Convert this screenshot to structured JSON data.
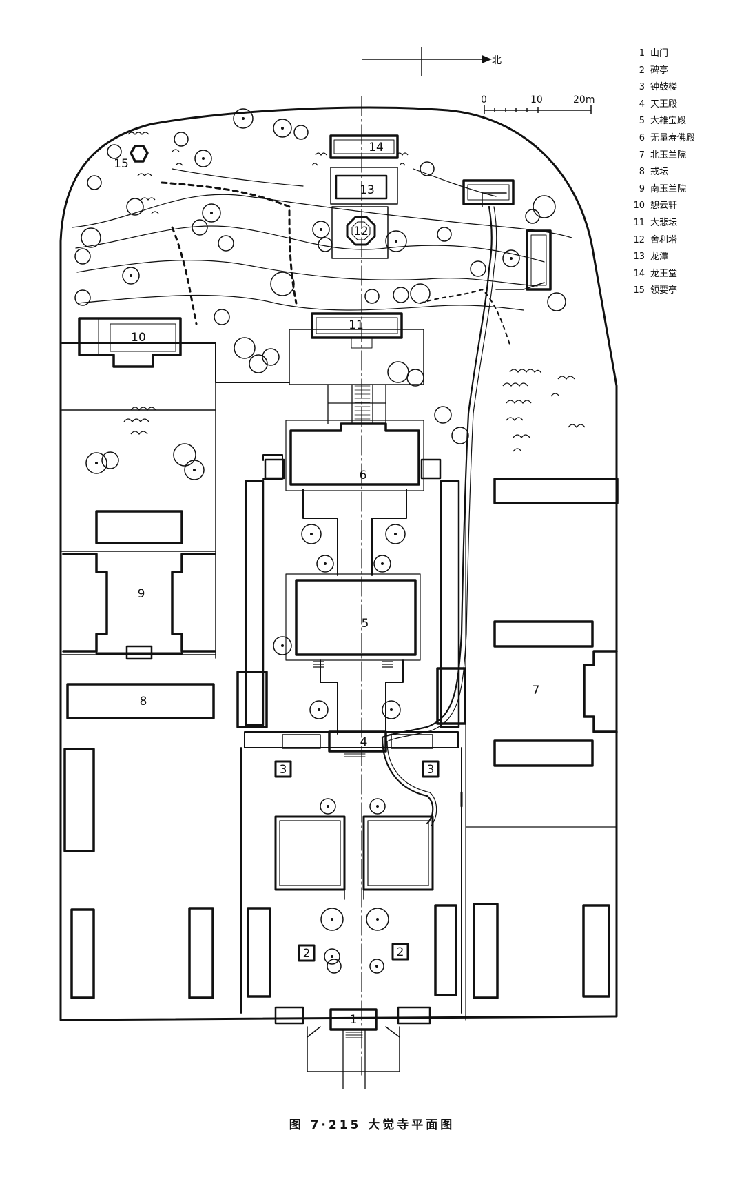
{
  "compass": {
    "label": "北"
  },
  "scale": {
    "ticks": [
      "0",
      "10",
      "20m"
    ]
  },
  "legend": [
    {
      "num": "1",
      "name": "山门"
    },
    {
      "num": "2",
      "name": "碑亭"
    },
    {
      "num": "3",
      "name": "钟鼓楼"
    },
    {
      "num": "4",
      "name": "天王殿"
    },
    {
      "num": "5",
      "name": "大雄宝殿"
    },
    {
      "num": "6",
      "name": "无量寿佛殿"
    },
    {
      "num": "7",
      "name": "北玉兰院"
    },
    {
      "num": "8",
      "name": "戒坛"
    },
    {
      "num": "9",
      "name": "南玉兰院"
    },
    {
      "num": "10",
      "name": "憩云轩"
    },
    {
      "num": "11",
      "name": "大悲坛"
    },
    {
      "num": "12",
      "name": "舍利塔"
    },
    {
      "num": "13",
      "name": "龙潭"
    },
    {
      "num": "14",
      "name": "龙王堂"
    },
    {
      "num": "15",
      "name": "领要亭"
    }
  ],
  "labels": {
    "b1": "1",
    "b2a": "2",
    "b2b": "2",
    "b3a": "3",
    "b3b": "3",
    "b4": "4",
    "b5": "5",
    "b6": "6",
    "b7": "7",
    "b8": "8",
    "b9": "9",
    "b10": "10",
    "b11": "11",
    "b12": "12",
    "b13": "13",
    "b14": "14",
    "b15": "15"
  },
  "caption": "图 7·215 大觉寺平面图"
}
